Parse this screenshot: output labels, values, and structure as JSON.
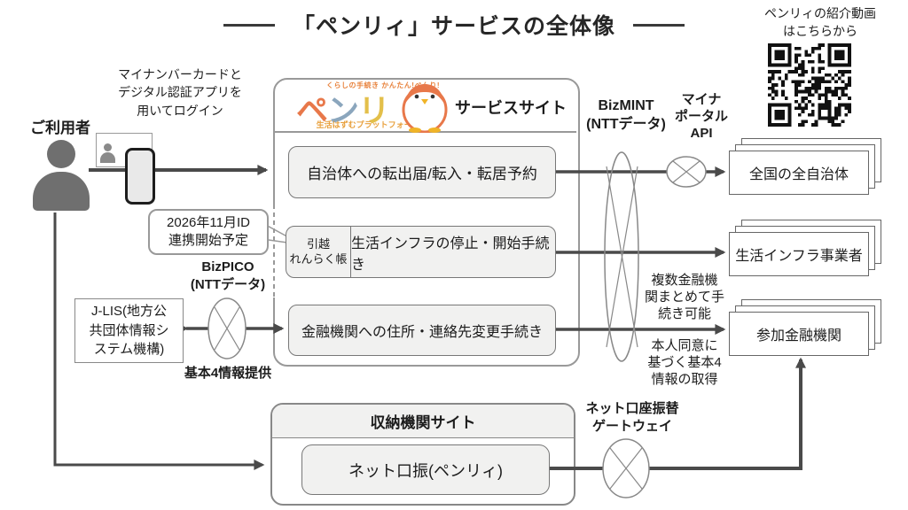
{
  "title": "「ペンリィ」サービスの全体像",
  "qr": {
    "caption": "ペンリィの紹介動画\nはこちらから"
  },
  "user": {
    "login_note": "マイナンバーカードと\nデジタル認証アプリを\n用いてログイン",
    "label": "ご利用者"
  },
  "service_site": {
    "logo": {
      "tagline_top": "くらしの手続き かんたん!べんり!",
      "brand_chars": [
        "ペ",
        "ン",
        "リ",
        "ィ"
      ],
      "tagline_bottom": "生活はずむプラットフォーム",
      "penguin_icon": "penguin-mascot"
    },
    "site_label": "サービスサイト",
    "rows": {
      "row1": "自治体への転出届/転入・転居予約",
      "row2_left": "引越\nれんらく帳",
      "row2_right": "生活インフラの停止・開始手続き",
      "row3": "金融機関への住所・連絡先変更手続き"
    }
  },
  "callout": "2026年11月ID\n連携開始予定",
  "bizpico": {
    "label": "BizPICO\n(NTTデータ)",
    "note": "基本4情報提供"
  },
  "jlis": {
    "label": "J-LIS(地方公\n共団体情報シ\nステム機構)"
  },
  "bizmint": {
    "label": "BizMINT\n(NTTデータ)"
  },
  "myna_portal": {
    "label": "マイナ\nポータル\nAPI"
  },
  "notes": {
    "multi_bank": "複数金融機\n関まとめて手\n続き可能",
    "consent": "本人同意に\n基づく基本4\n情報の取得"
  },
  "right_entities": {
    "municipalities": "全国の全自治体",
    "infra_providers": "生活インフラ事業者",
    "banks": "参加金融機関"
  },
  "collector": {
    "header": "収納機関サイト",
    "inner": "ネット口振(ペンリィ)",
    "gateway_label": "ネット口座振替\nゲートウェイ"
  },
  "colors": {
    "brand_pe": "#e8784a",
    "brand_n": "#8ba6bd",
    "brand_ri": "#e3bf4a",
    "brand_i": "#9dbf55",
    "tagline": "#e8a03c",
    "connector": "#4a4a4a",
    "box_fill": "#f1f1f0"
  }
}
